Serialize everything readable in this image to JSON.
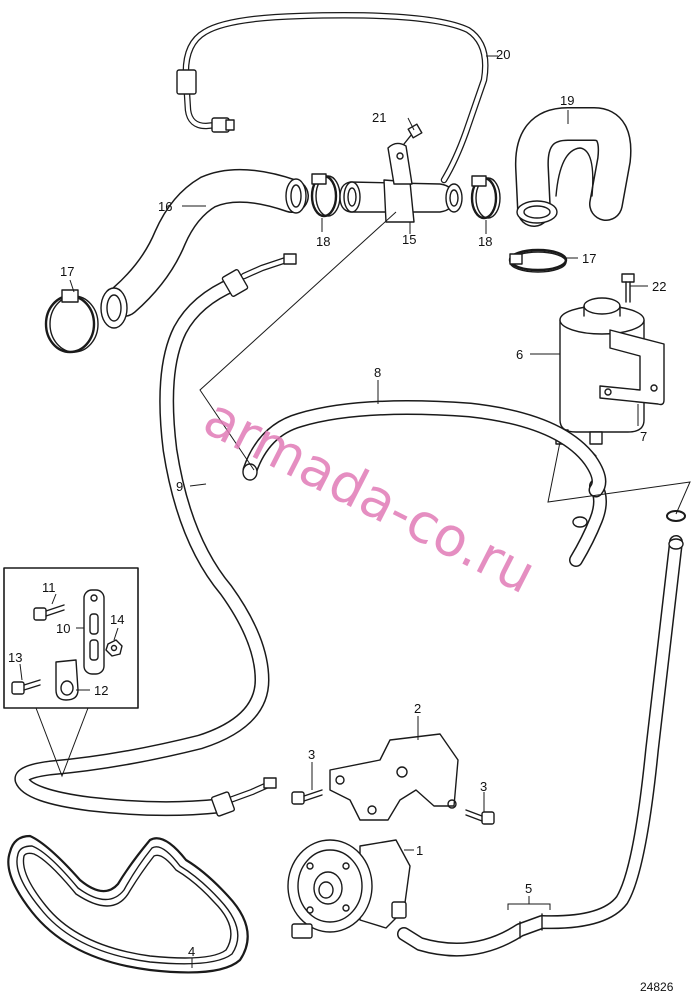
{
  "callouts": {
    "c1": "1",
    "c2": "2",
    "c3a": "3",
    "c3b": "3",
    "c4": "4",
    "c5": "5",
    "c6": "6",
    "c7": "7",
    "c8": "8",
    "c9": "9",
    "c10": "10",
    "c11": "11",
    "c12": "12",
    "c13": "13",
    "c14": "14",
    "c15": "15",
    "c16": "16",
    "c17a": "17",
    "c17b": "17",
    "c18a": "18",
    "c18b": "18",
    "c19": "19",
    "c20": "20",
    "c21": "21",
    "c22": "22"
  },
  "watermark": "armada-co.ru",
  "drawing_number": "24826",
  "colors": {
    "line": "#1a1a1a",
    "watermark": "#e07ab6",
    "background": "#ffffff"
  }
}
